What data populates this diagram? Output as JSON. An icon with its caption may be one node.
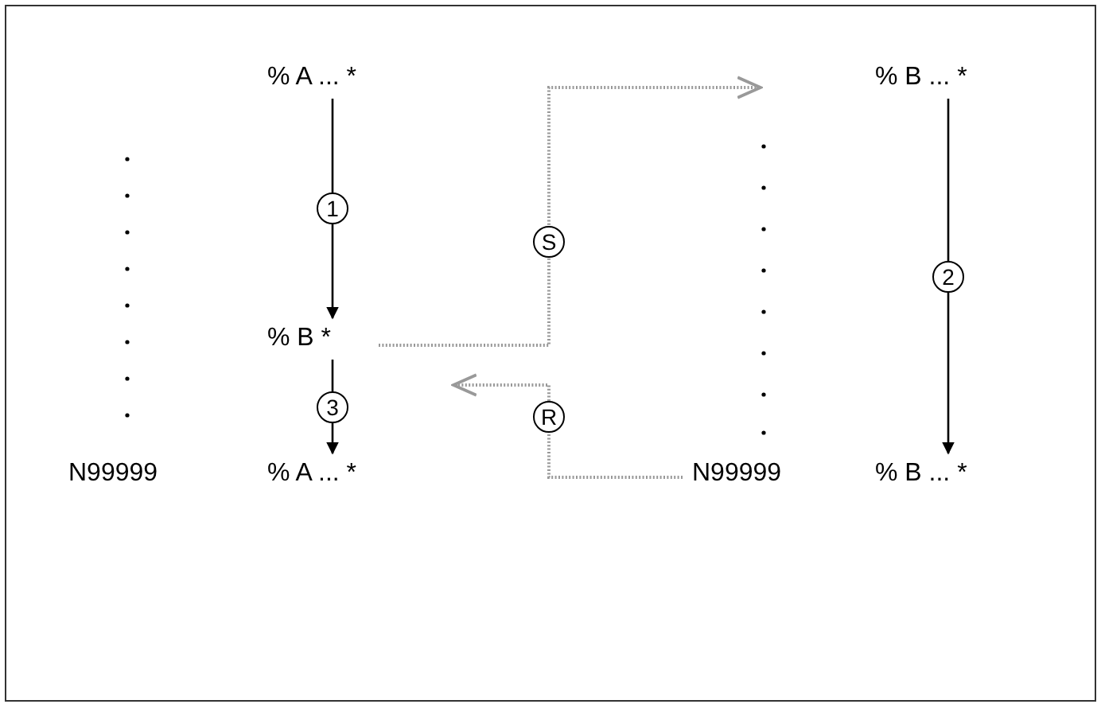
{
  "diagram": {
    "nodes": [
      {
        "text": [
          "% A ... *"
        ]
      },
      {
        "text": [
          "% B *"
        ]
      },
      {
        "text": [
          "% A ... *"
        ]
      },
      {
        "text": [
          "N99999"
        ]
      },
      {
        "text": [
          "N99999"
        ]
      },
      {
        "text": [
          "% B ... *"
        ]
      },
      {
        "text": [
          "% B ... *"
        ]
      }
    ],
    "edges": [
      {
        "from": 0,
        "to": 1,
        "arrow": "to",
        "label": "1"
      },
      {
        "from": 1,
        "to": 2,
        "arrow": "to",
        "label": "3"
      },
      {
        "from": 5,
        "to": 6,
        "arrow": "to",
        "label": "2"
      },
      {
        "from": 1,
        "to": null,
        "arrow": "to",
        "label": "S",
        "style": "dashed",
        "color": "#999999"
      },
      {
        "from": 4,
        "to": null,
        "arrow": "to",
        "label": "R",
        "style": "dashed",
        "color": "#999999"
      }
    ]
  }
}
